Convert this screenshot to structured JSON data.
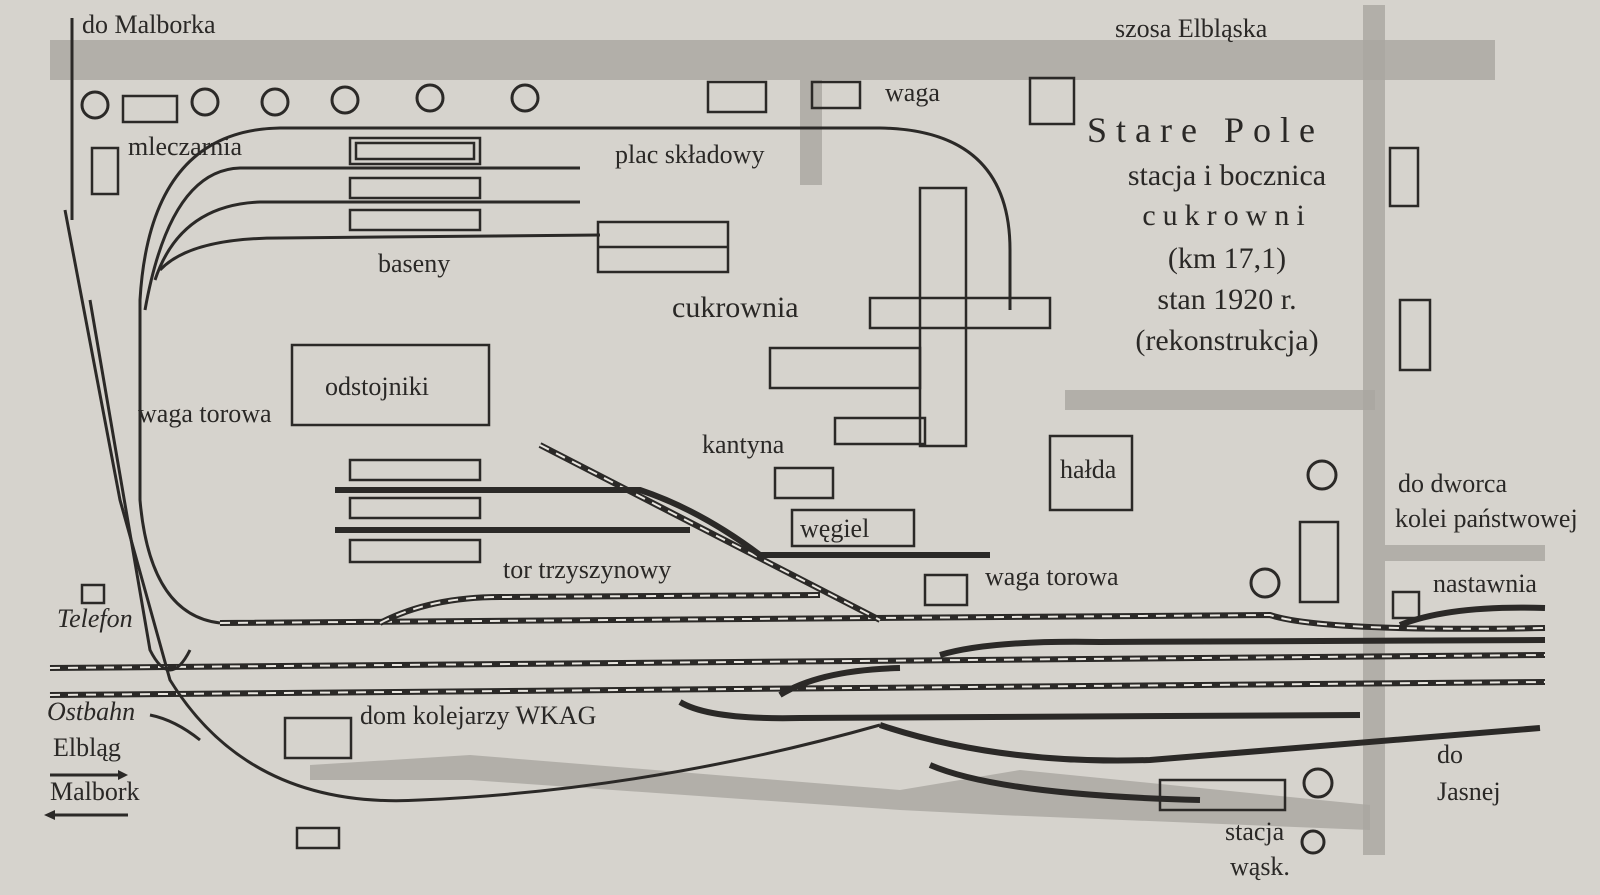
{
  "title": {
    "name": "Stare Pole",
    "subtitle1": "stacja i bocznica",
    "subtitle2": "cukrowni",
    "km": "(km 17,1)",
    "state": "stan 1920 r.",
    "note": "(rekonstrukcja)"
  },
  "labels": {
    "do_malborka": "do Malborka",
    "szosa": "szosa Elbląska",
    "waga": "waga",
    "mleczarnia": "mleczarnia",
    "plac": "plac składowy",
    "baseny": "baseny",
    "cukrownia": "cukrownia",
    "odstojniki": "odstojniki",
    "waga_torowa_1": "waga torowa",
    "kantyna": "kantyna",
    "halda": "hałda",
    "wegiel": "węgiel",
    "tor_trzyszynowy": "tor trzyszynowy",
    "waga_torowa_2": "waga torowa",
    "do_dworca_1": "do dworca",
    "do_dworca_2": "kolei państwowej",
    "nastawnia": "nastawnia",
    "telefon": "Telefon",
    "ostbahn": "Ostbahn",
    "elblag": "Elbląg",
    "malbork": "Malbork",
    "dom_kolejarzy": "dom kolejarzy WKAG",
    "do_jasnej_1": "do",
    "do_jasnej_2": "Jasnej",
    "stacja_wask_1": "stacja",
    "stacja_wask_2": "wąsk."
  },
  "colors": {
    "paper": "#d6d3cd",
    "ink": "#2b2927",
    "road": "#a9a6a0"
  }
}
